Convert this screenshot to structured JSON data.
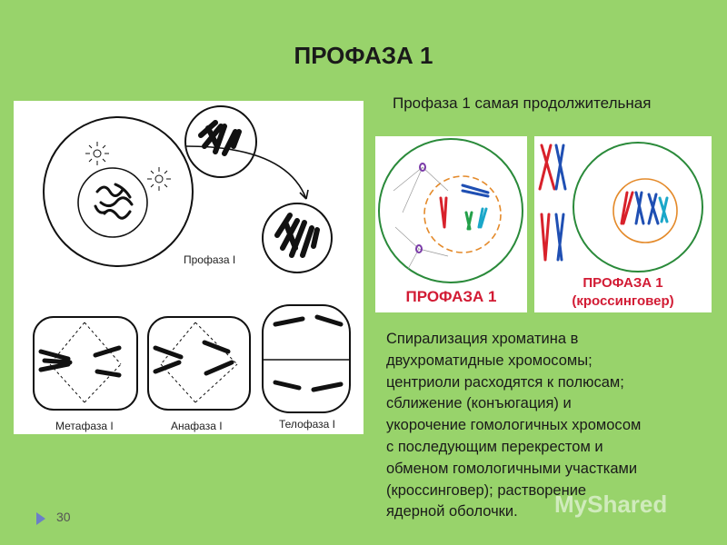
{
  "slide": {
    "title": "ПРОФАЗА 1",
    "subtitle": "Профаза 1 самая продолжительная",
    "page_number": "30",
    "watermark": "MyShared"
  },
  "left_figure": {
    "labels": {
      "prophase": "Профаза I",
      "metaphase": "Метафаза I",
      "anaphase": "Анафаза I",
      "telophase": "Телофаза I"
    }
  },
  "mid_figure": {
    "caption": "ПРОФАЗА 1"
  },
  "right_figure": {
    "caption_line1": "ПРОФАЗА 1",
    "caption_line2": "(кроссинговер)"
  },
  "description": {
    "lines": [
      "Спирализация хроматина в",
      "двухроматидные хромосомы;",
      "центриоли расходятся к полюсам;",
      "сближение (конъюгация) и",
      "укорочение гомологичных хромосом",
      "с последующим перекрестом и",
      "обменом гомологичными участками",
      "(кроссинговер); растворение",
      "ядерной оболочки."
    ]
  }
}
